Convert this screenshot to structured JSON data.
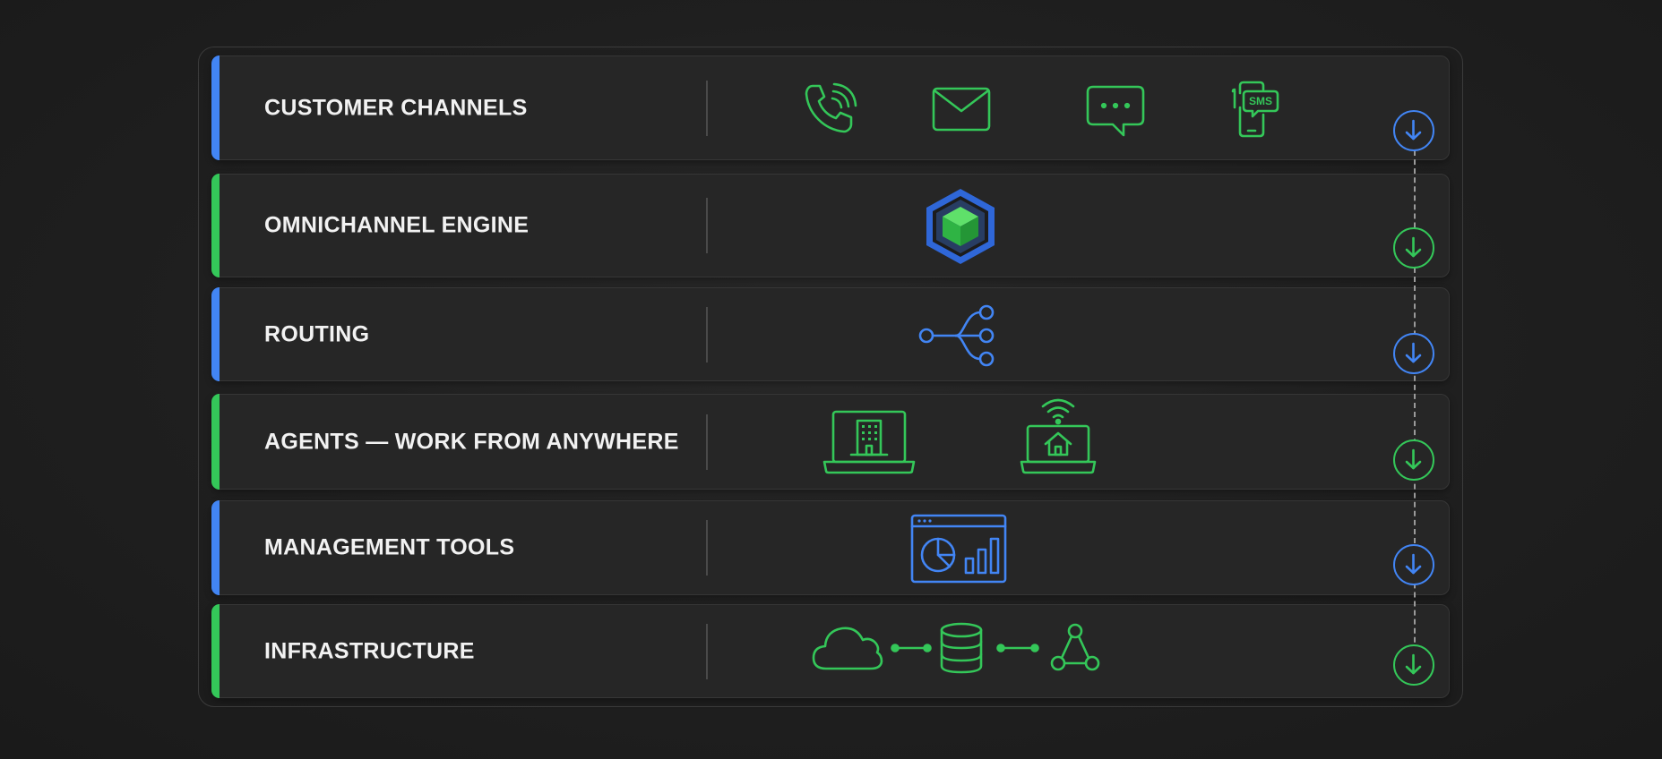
{
  "colors": {
    "blue": "#4285f4",
    "green": "#34c759",
    "text": "#f2f2f2"
  },
  "layers": [
    {
      "label": "CUSTOMER CHANNELS",
      "accent": "blue",
      "icons": [
        "phone-icon",
        "email-icon",
        "chat-icon",
        "sms-icon"
      ]
    },
    {
      "label": "OMNICHANNEL ENGINE",
      "accent": "green",
      "icons": [
        "cube-hexagon-icon"
      ]
    },
    {
      "label": "ROUTING",
      "accent": "blue",
      "icons": [
        "routing-branch-icon"
      ]
    },
    {
      "label": "AGENTS — WORK FROM ANYWHERE",
      "accent": "green",
      "icons": [
        "office-laptop-icon",
        "home-wifi-laptop-icon"
      ]
    },
    {
      "label": "MANAGEMENT TOOLS",
      "accent": "blue",
      "icons": [
        "dashboard-icon"
      ]
    },
    {
      "label": "INFRASTRUCTURE",
      "accent": "green",
      "icons": [
        "cloud-icon",
        "database-icon",
        "network-icon"
      ]
    }
  ],
  "sms_text": "SMS"
}
